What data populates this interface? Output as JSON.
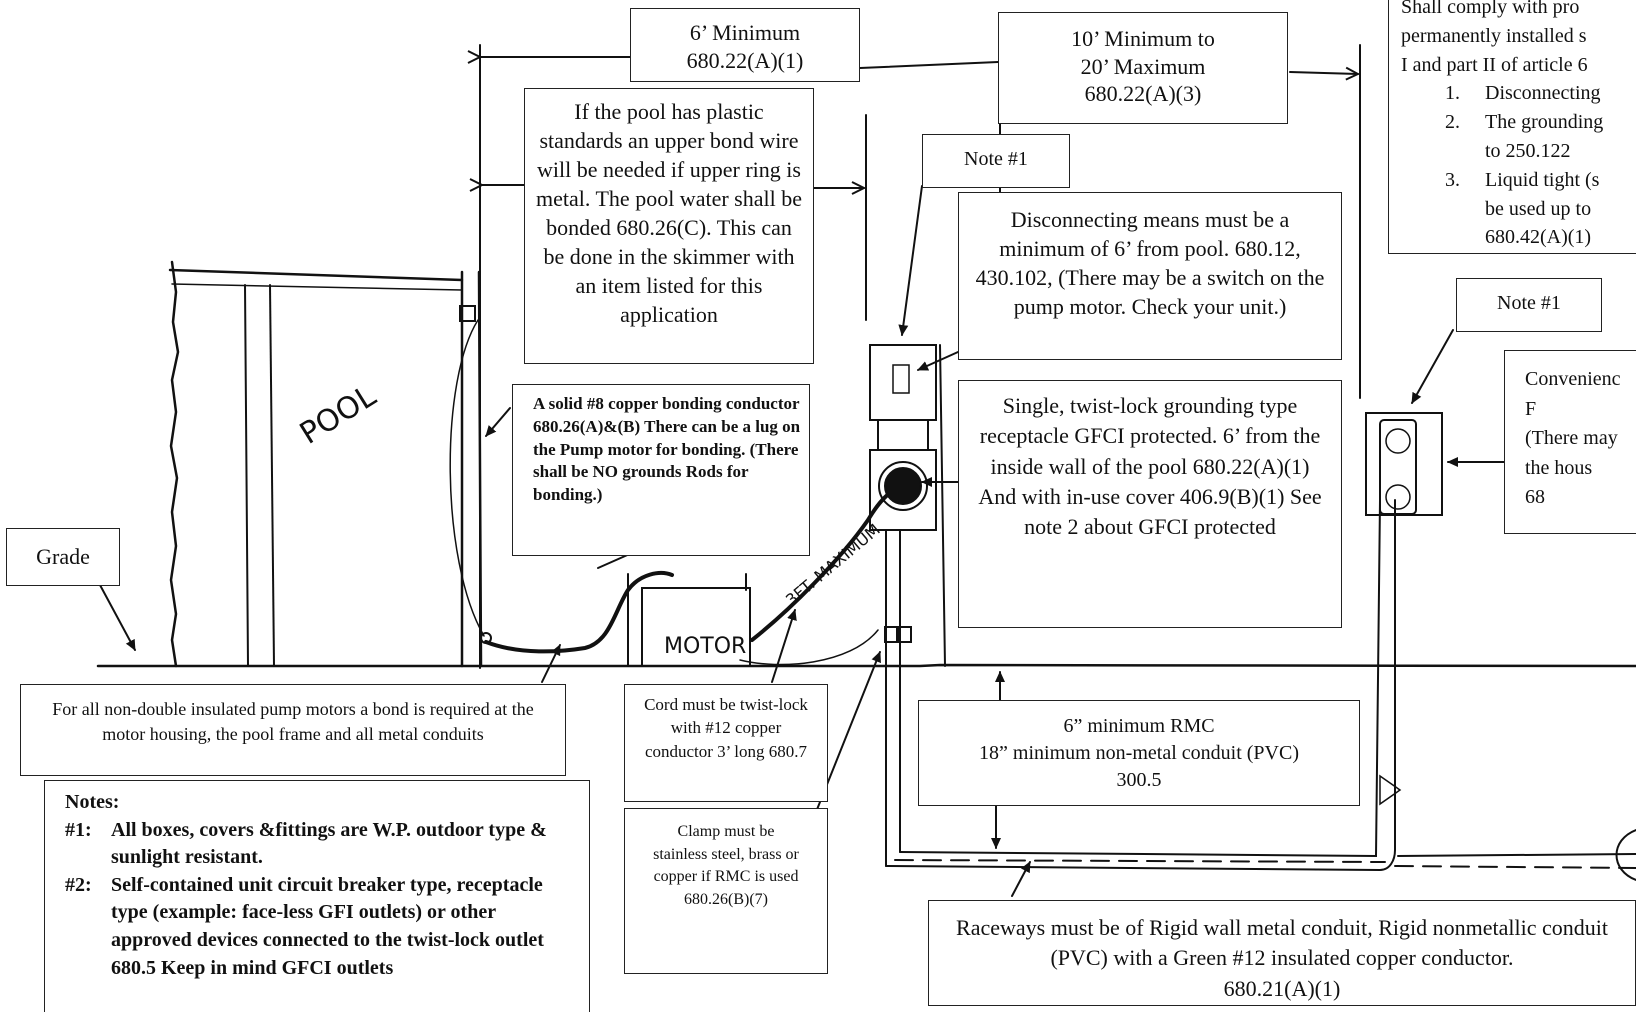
{
  "dimensions": {
    "six_foot_min": "6’ Minimum\n680.22(A)(1)",
    "ten_to_twenty": "10’ Minimum to\n20’ Maximum\n680.22(A)(3)"
  },
  "labels": {
    "pool": "POOL",
    "motor": "MOTOR",
    "cord_length": "3FT. MAXIMUM",
    "grade": "Grade",
    "note1_left": "Note #1",
    "note1_right": "Note #1"
  },
  "callouts": {
    "pool_bonding": "If the pool has plastic standards an upper bond wire will be needed if upper ring is metal. The pool water shall be bonded 680.26(C). This can be done in the skimmer with an item listed for this application",
    "copper_bonding": "A solid #8 copper bonding conductor 680.26(A)&(B) There can be a lug on the Pump motor for bonding. (There shall be NO grounds Rods for bonding.)",
    "disconnecting_means": "Disconnecting means must be a minimum of 6’ from pool. 680.12, 430.102, (There may be a switch on the pump motor. Check your unit.)",
    "receptacle": "Single, twist-lock grounding type receptacle GFCI protected. 6’ from the inside wall of the pool 680.22(A)(1) And with in-use cover 406.9(B)(1) See note 2 about GFCI protected",
    "motor_bond": "For all non-double insulated pump motors a bond is required at the motor housing, the pool frame and all metal conduits",
    "cord": "Cord must be twist-lock with #12 copper conductor 3’ long 680.7",
    "clamp": "Clamp must be stainless steel, brass or copper if RMC is used 680.26(B)(7)",
    "rmc": "6” minimum RMC\n18” minimum non-metal conduit (PVC)\n300.5",
    "raceways": "Raceways must be of Rigid wall metal conduit, Rigid nonmetallic conduit (PVC) with a Green #12 insulated copper conductor.\n680.21(A)(1)",
    "convenience": "Convenienc\nF\n(There may\nthe hous\n68"
  },
  "top_right": {
    "intro_lines": [
      "Shall comply with pro",
      "permanently installed s",
      "I and part II of article 6"
    ],
    "items": [
      {
        "num": "1.",
        "lines": [
          "Disconnecting"
        ]
      },
      {
        "num": "2.",
        "lines": [
          "The grounding",
          "to 250.122"
        ]
      },
      {
        "num": "3.",
        "lines": [
          "Liquid tight (s",
          "be used up to",
          "680.42(A)(1)"
        ]
      }
    ]
  },
  "notes": {
    "heading": "Notes:",
    "items": [
      {
        "num": "#1:",
        "text": "All boxes, covers &fittings are W.P. outdoor type & sunlight resistant."
      },
      {
        "num": "#2:",
        "text": "Self-contained unit circuit breaker type, receptacle type (example: face-less GFI outlets) or other approved devices connected to the twist-lock outlet 680.5 Keep in mind GFCI outlets"
      }
    ]
  }
}
